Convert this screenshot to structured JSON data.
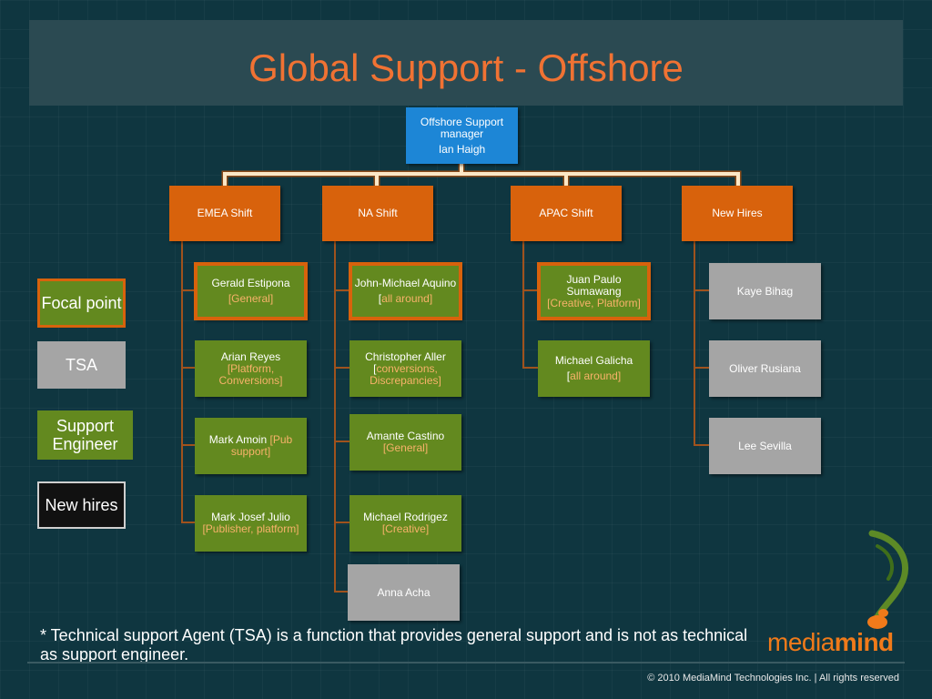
{
  "title": "Global Support - Offshore",
  "manager": {
    "role": "Offshore Support manager",
    "name": "Ian Haigh"
  },
  "shifts": [
    {
      "label": "EMEA Shift",
      "members": [
        {
          "name": "Gerald Estipona",
          "note": "[General]",
          "kind": "focal"
        },
        {
          "name": "Arian Reyes",
          "note": "[Platform, Conversions]",
          "kind": "engineer"
        },
        {
          "name": "Mark Amoin",
          "note": "[Pub support]",
          "kind": "engineer"
        },
        {
          "name": "Mark Josef Julio",
          "note": "[Publisher, platform]",
          "kind": "engineer"
        }
      ]
    },
    {
      "label": "NA Shift",
      "members": [
        {
          "name": "John-Michael Aquino",
          "note": "all around]",
          "prefix": "[",
          "kind": "focal"
        },
        {
          "name": "Christopher Aller",
          "note": "conversions, Discrepancies]",
          "prefix": "[",
          "kind": "engineer"
        },
        {
          "name": "Amante Castino",
          "note": "[General]",
          "kind": "engineer"
        },
        {
          "name": "Michael Rodrigez",
          "note": "[Creative]",
          "kind": "engineer"
        },
        {
          "name": "Anna Acha",
          "note": "",
          "kind": "tsa"
        }
      ]
    },
    {
      "label": "APAC Shift",
      "members": [
        {
          "name": "Juan Paulo Sumawang",
          "note": "[Creative, Platform]",
          "kind": "focal"
        },
        {
          "name": "Michael Galicha",
          "note": "all around]",
          "prefix": "[",
          "kind": "engineer"
        }
      ]
    },
    {
      "label": "New Hires",
      "members": [
        {
          "name": "Kaye Bihag",
          "note": "",
          "kind": "tsa"
        },
        {
          "name": "Oliver Rusiana",
          "note": "",
          "kind": "tsa"
        },
        {
          "name": "Lee Sevilla",
          "note": "",
          "kind": "tsa"
        }
      ]
    }
  ],
  "legend": {
    "focal": "Focal point",
    "tsa": "TSA",
    "engineer": "Support Engineer",
    "new_hires": "New hires"
  },
  "footnote": "* Technical support Agent (TSA) is a function that provides general support and is not as technical as support engineer.",
  "logo": {
    "part1": "media",
    "part2": "mind"
  },
  "copyright": "© 2010 MediaMind Technologies Inc. | All rights reserved",
  "colors": {
    "background": "#0f3640",
    "title": "#f07233",
    "manager": "#1d86d6",
    "shift": "#d8620c",
    "engineer": "#63891f",
    "tsa": "#a5a5a5",
    "note": "#f7b26a"
  }
}
